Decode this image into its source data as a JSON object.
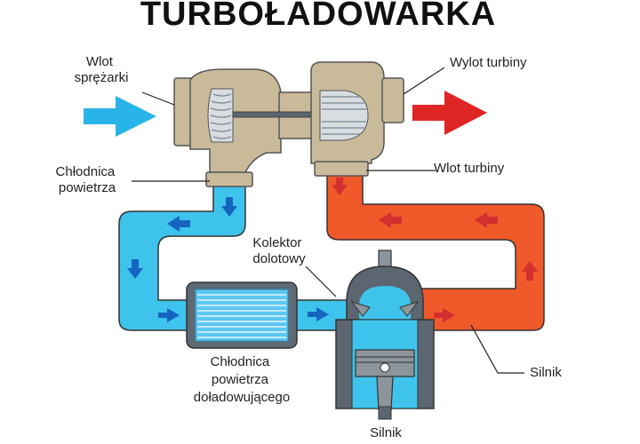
{
  "title": "TURBOŁADOWARKA",
  "labels": {
    "compressor_inlet": [
      "Wlot",
      "sprężarki"
    ],
    "turbine_outlet": "Wylot turbiny",
    "air_cooler": [
      "Chłodnica",
      "powietrza"
    ],
    "turbine_inlet": "Wlot turbiny",
    "intake_manifold": [
      "Kolektor",
      "dolotowy"
    ],
    "charge_air_cooler": [
      "Chłodnica",
      "powietrza",
      "doładowującego"
    ],
    "engine_right": "Silnik",
    "engine_bottom": "Silnik"
  },
  "colors": {
    "cold_air": "#3ec4ec",
    "cold_air_dark": "#2a8fbf",
    "hot_exhaust": "#f0592a",
    "hot_exhaust_dark": "#c8401c",
    "inlet_arrow": "#28b4e8",
    "outlet_arrow": "#e02525",
    "turbo_housing": "#c9bb9a",
    "turbo_outline": "#555555",
    "flow_arrow_blue": "#1565c0",
    "flow_arrow_red": "#d32f2f",
    "engine_gray": "#5c6670",
    "intercooler_fill": "#5bc8f2"
  }
}
